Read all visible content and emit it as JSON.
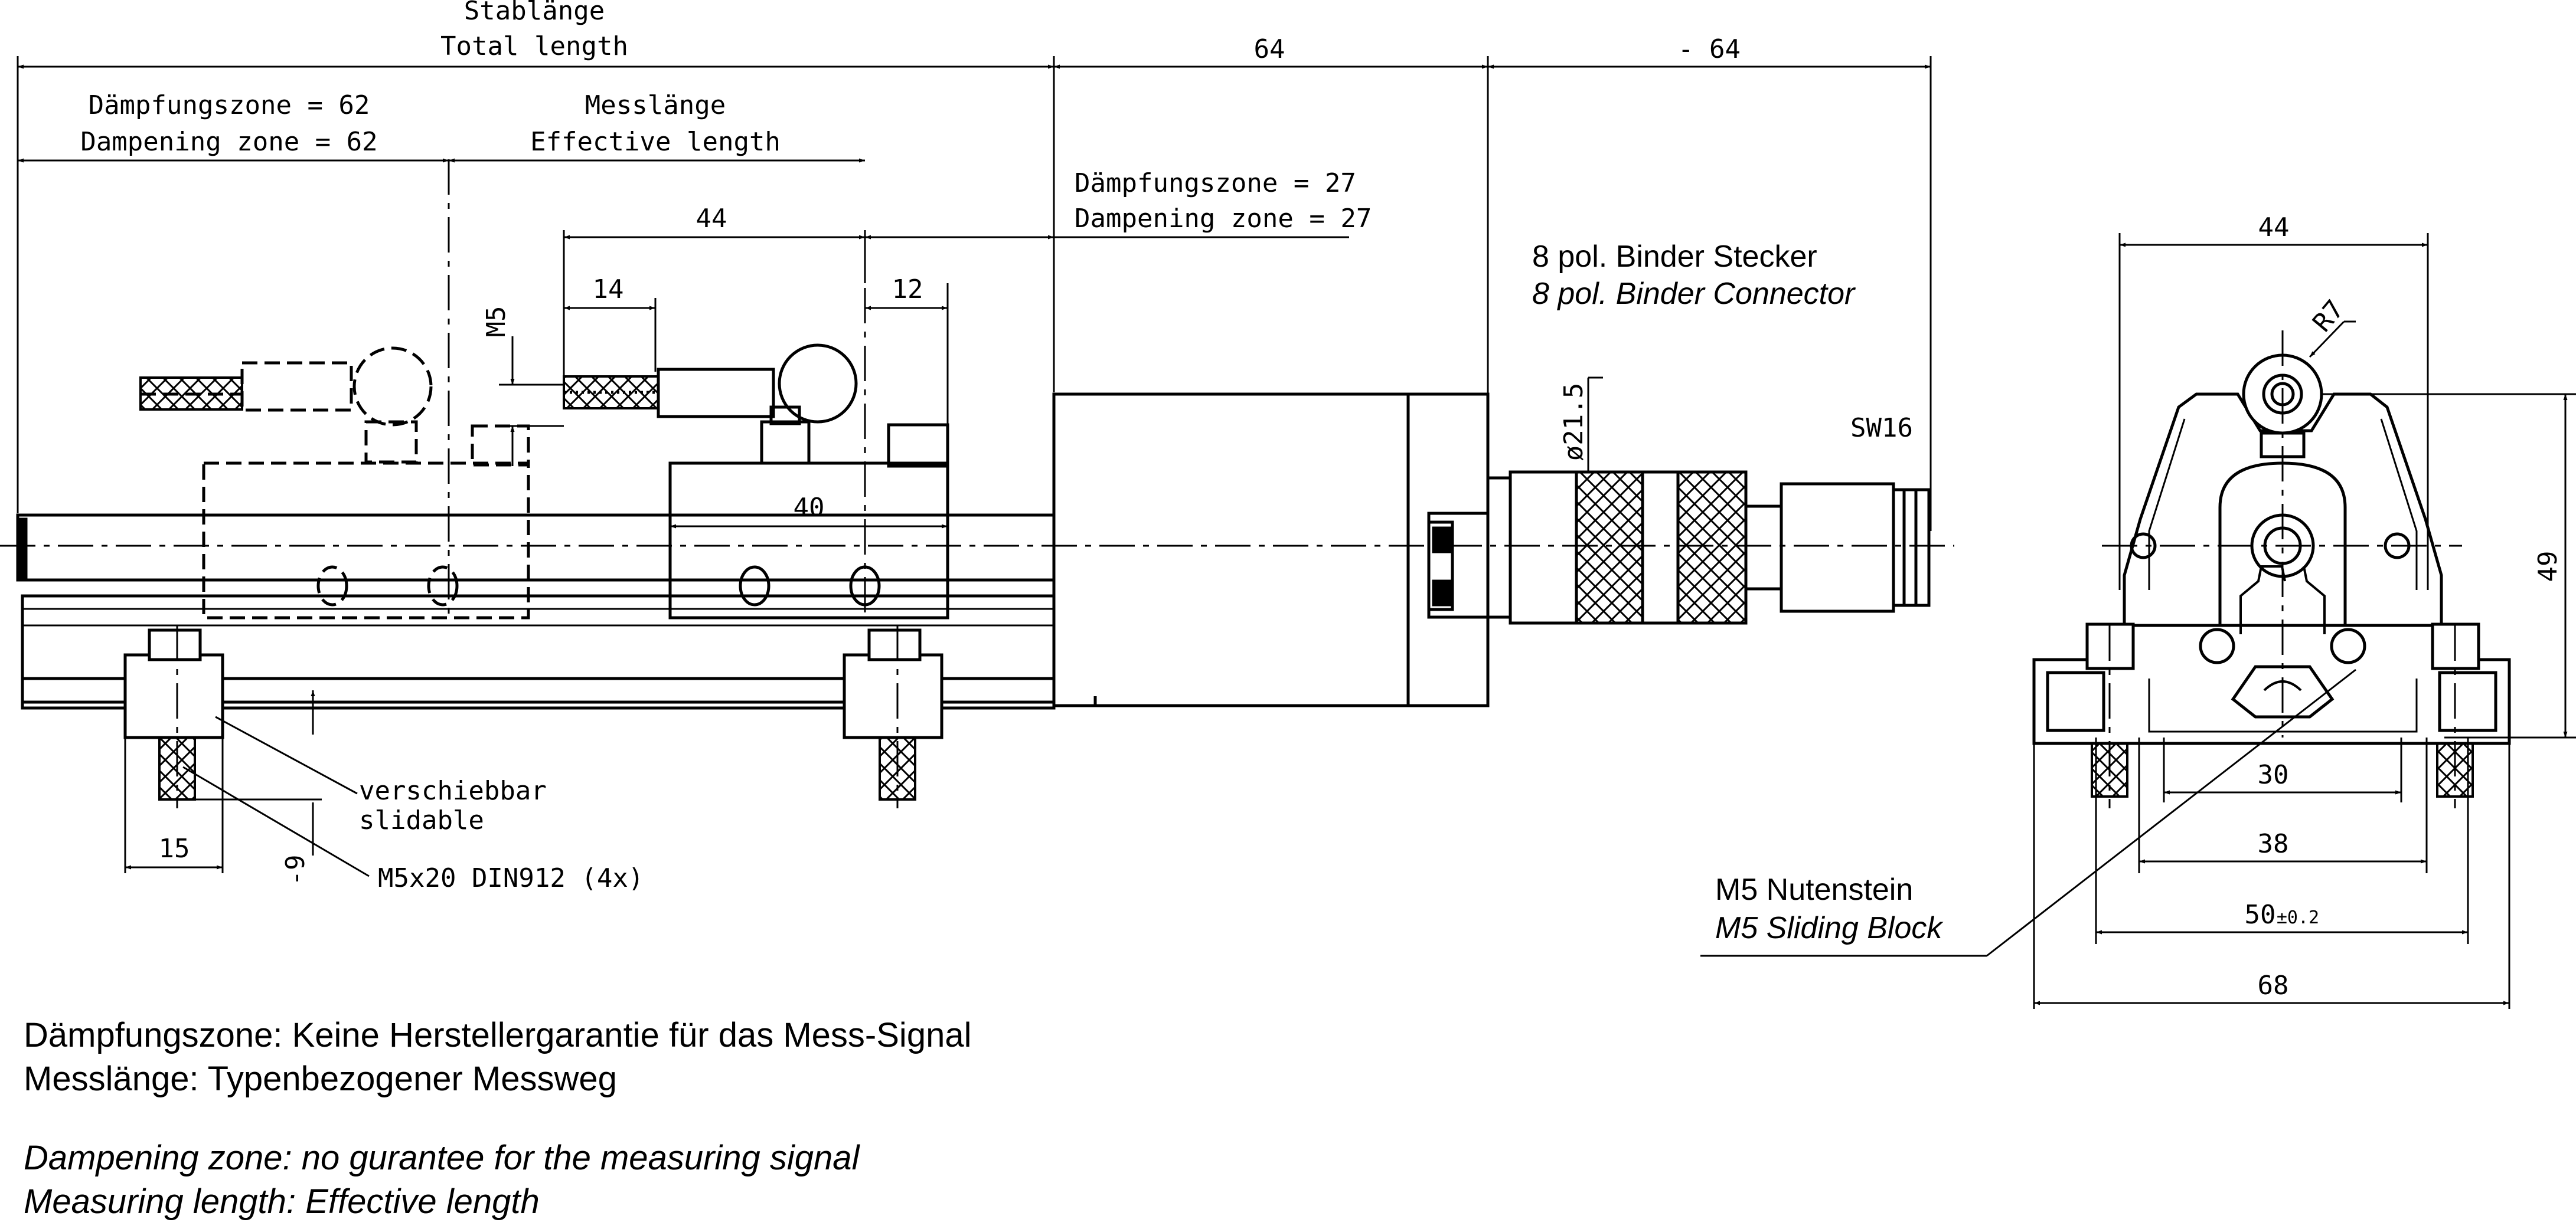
{
  "dimensions": {
    "total_length_de": "Stablänge",
    "total_length_en": "Total length",
    "v64": "64",
    "vminus64": "- 64",
    "damp62_de": "Dämpfungszone = 62",
    "damp62_en": "Dampening zone = 62",
    "meas_de": "Messlänge",
    "meas_en": "Effective length",
    "damp27_de": "Dämpfungszone = 27",
    "damp27_en": "Dampening zone = 27",
    "v44": "44",
    "v14": "14",
    "v12": "12",
    "m5": "M5",
    "v40": "40",
    "v15": "15",
    "vminus9": "-9",
    "d21": "ø21.5",
    "sw16": "SW16",
    "r7": "R7",
    "v49": "49",
    "v30": "30",
    "v38": "38",
    "v50": "50",
    "v50tol": "±0.2",
    "v68": "68",
    "side44": "44"
  },
  "callouts": {
    "slide_de": "verschiebbar",
    "slide_en": "slidable",
    "screw": "M5x20 DIN912 (4x)",
    "connector_de": "8 pol. Binder Stecker",
    "connector_en": "8 pol. Binder Connector",
    "block_de": "M5 Nutenstein",
    "block_en": "M5 Sliding Block"
  },
  "notes": {
    "de_line1": "Dämpfungszone: Keine Herstellergarantie für das Mess-Signal",
    "de_line2": "Messlänge: Typenbezogener Messweg",
    "en_line1": "Dampening zone: no gurantee for the measuring signal",
    "en_line2": "Measuring length: Effective length"
  }
}
